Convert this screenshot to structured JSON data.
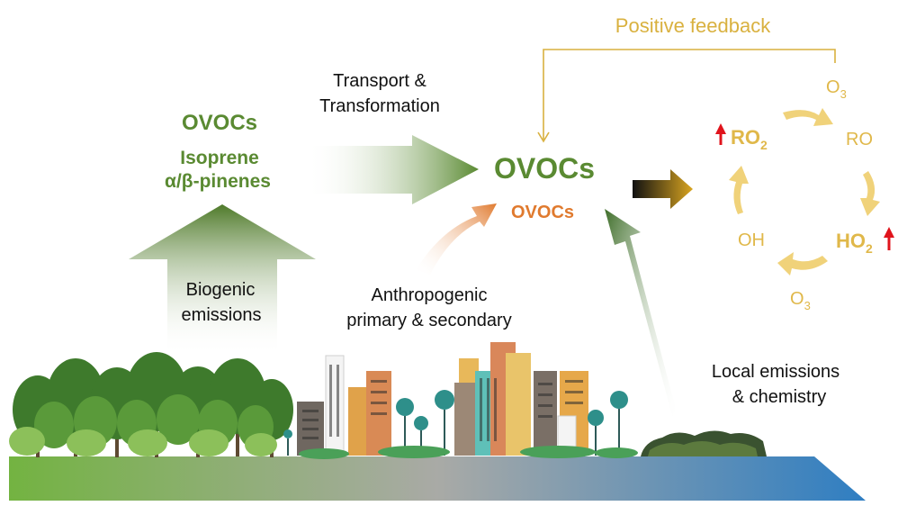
{
  "feedback": {
    "label": "Positive feedback"
  },
  "biogenic": {
    "title": "OVOCs",
    "species_1": "Isoprene",
    "species_2": "α/β-pinenes",
    "emission_line_1": "Biogenic",
    "emission_line_2": "emissions"
  },
  "transport": {
    "line_1": "Transport &",
    "line_2": "Transformation"
  },
  "center": {
    "main": "OVOCs",
    "secondary": "OVOCs"
  },
  "anthropogenic": {
    "line_1": "Anthropogenic",
    "line_2": "primary & secondary"
  },
  "local": {
    "line_1": "Local emissions",
    "line_2": "& chemistry"
  },
  "cycle": {
    "o3_top": "O",
    "o3_top_sub": "3",
    "ro": "RO",
    "ro2": "RO",
    "ro2_sub": "2",
    "ho2": "HO",
    "ho2_sub": "2",
    "oh": "OH",
    "o3_bottom": "O",
    "o3_bottom_sub": "3"
  },
  "colors": {
    "green": "#5a8a32",
    "orange": "#e07a2e",
    "gold": "#d9b13f",
    "cycle_arrow": "#f0d27a",
    "red": "#e0141c",
    "ground_left": "#73b341",
    "ground_mid": "#a9aaa6",
    "ground_right": "#2f7ec2"
  }
}
